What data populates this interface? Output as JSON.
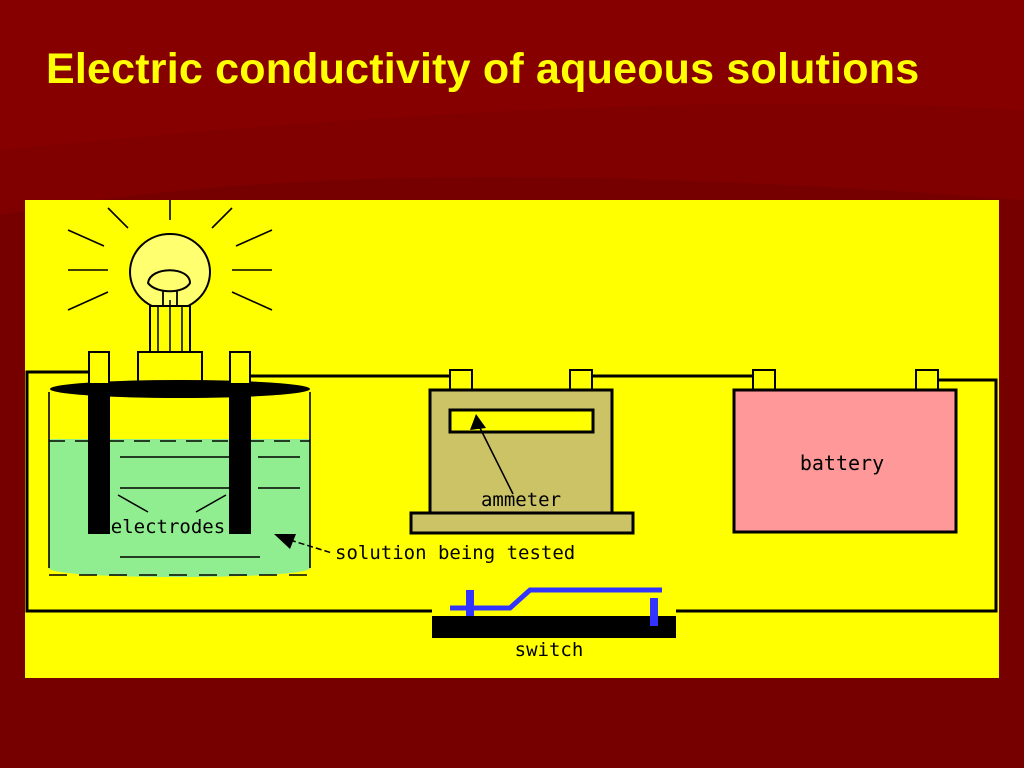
{
  "slide": {
    "title": "Electric conductivity of aqueous solutions"
  },
  "colors": {
    "background": "#800000",
    "title": "#FFFF00",
    "panel": "#FFFF00",
    "solution": "#90EE90",
    "ammeter_body": "#CCC266",
    "battery_body": "#FF9999",
    "switch_lever": "#3333FF",
    "outline": "#000000"
  },
  "diagram": {
    "labels": {
      "electrodes": "electrodes",
      "solution": "solution being tested",
      "ammeter": "ammeter",
      "battery": "battery",
      "switch": "switch"
    },
    "icons": [
      "light-bulb-icon",
      "beaker-icon",
      "ammeter-icon",
      "battery-icon",
      "switch-icon"
    ]
  }
}
